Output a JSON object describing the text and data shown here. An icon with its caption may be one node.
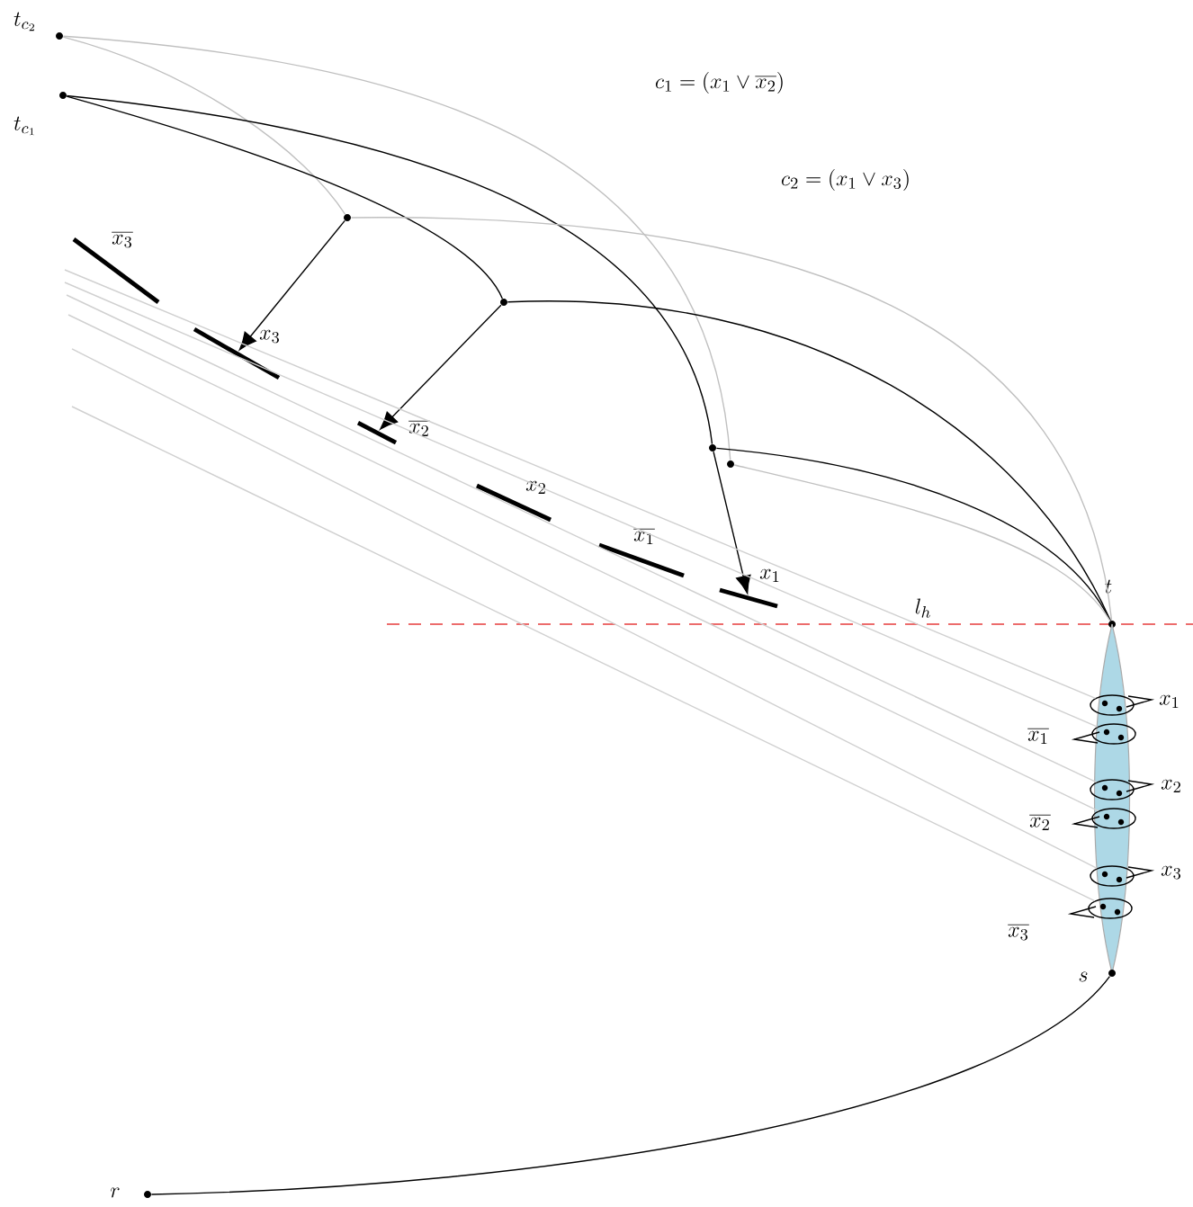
{
  "diagram": {
    "nodes": [
      {
        "text": [
          "t_{c_2}"
        ]
      },
      {
        "text": [
          "t_{c_1}"
        ]
      },
      {
        "text": [],
        "shape": "circle"
      },
      {
        "text": [],
        "shape": "circle"
      },
      {
        "text": [
          "\\overline{x_3}"
        ]
      },
      {
        "text": [
          "x_3"
        ]
      },
      {
        "text": [
          "\\overline{x_2}"
        ]
      },
      {
        "text": [],
        "shape": "circle"
      },
      {
        "text": [],
        "shape": "circle"
      },
      {
        "text": [
          "x_2"
        ]
      },
      {
        "text": [
          "\\overline{x_1}"
        ]
      },
      {
        "text": [
          "x_1"
        ]
      },
      {
        "text": [
          "t"
        ]
      },
      {
        "text": [],
        "shape": "lens"
      },
      {
        "text": [
          "x_1"
        ],
        "in": 13
      },
      {
        "text": [
          "\\overline{x_1}"
        ]
      },
      {
        "text": [
          "x_2"
        ],
        "in": 13
      },
      {
        "text": [
          "\\overline{x_2}"
        ]
      },
      {
        "text": [
          "x_3"
        ],
        "in": 13
      },
      {
        "text": [
          "\\overline{x_3}"
        ]
      },
      {
        "text": [
          "s"
        ]
      },
      {
        "text": [
          "r"
        ]
      }
    ],
    "edges": [
      {
        "from": 0,
        "to": 2,
        "arrow": "none",
        "color": "#c0c0c0"
      },
      {
        "from": 0,
        "to": 8,
        "arrow": "none",
        "color": "#c0c0c0"
      },
      {
        "from": 1,
        "to": 3,
        "arrow": "none"
      },
      {
        "from": 1,
        "to": 7,
        "arrow": "none"
      },
      {
        "from": 2,
        "to": 12,
        "arrow": "none",
        "color": "#c0c0c0"
      },
      {
        "from": 3,
        "to": 12,
        "arrow": "none"
      },
      {
        "from": 7,
        "to": 12,
        "arrow": "none"
      },
      {
        "from": 8,
        "to": 12,
        "arrow": "none",
        "color": "#c0c0c0"
      },
      {
        "from": 2,
        "to": 5,
        "arrow": "to"
      },
      {
        "from": 3,
        "to": 6,
        "arrow": "to"
      },
      {
        "from": 7,
        "to": 11,
        "arrow": "to"
      },
      {
        "from": null,
        "to": 14,
        "arrow": "none",
        "color": "#d0d0d0"
      },
      {
        "from": null,
        "to": 15,
        "arrow": "none",
        "color": "#d0d0d0"
      },
      {
        "from": null,
        "to": 16,
        "arrow": "none",
        "color": "#d0d0d0"
      },
      {
        "from": null,
        "to": 17,
        "arrow": "none",
        "color": "#d0d0d0"
      },
      {
        "from": null,
        "to": 18,
        "arrow": "none",
        "color": "#d0d0d0"
      },
      {
        "from": null,
        "to": 19,
        "arrow": "none",
        "color": "#d0d0d0"
      },
      {
        "from": 20,
        "to": 21,
        "arrow": "none"
      }
    ],
    "labels": [
      "c_1 = (x_1 \\vee \\overline{x_2})",
      "c_2 = (x_1 \\vee x_3)",
      "l_h"
    ]
  }
}
